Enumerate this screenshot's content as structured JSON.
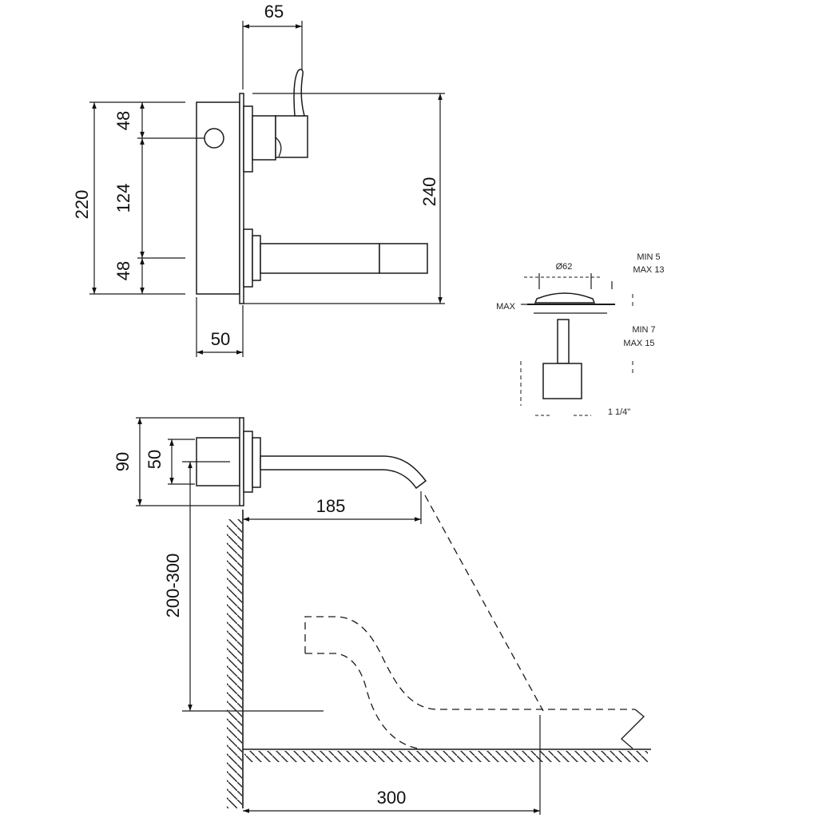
{
  "elevation": {
    "lever_offset": "65",
    "plate_height": "220",
    "top_offset": "48",
    "center_spacing": "124",
    "bottom_offset": "48",
    "overall_height": "240",
    "body_depth": "50"
  },
  "side_view": {
    "plate_height": "90",
    "body_height": "50",
    "spout_reach": "185",
    "mount_height": "200-300",
    "basin_distance": "300"
  },
  "drain_detail": {
    "diameter": "Ø62",
    "upper_min": "MIN 5",
    "upper_max": "MAX 13",
    "left_label": "MAX",
    "lower_min": "MIN 7",
    "lower_max": "MAX 15",
    "thread": "1 1/4\""
  }
}
